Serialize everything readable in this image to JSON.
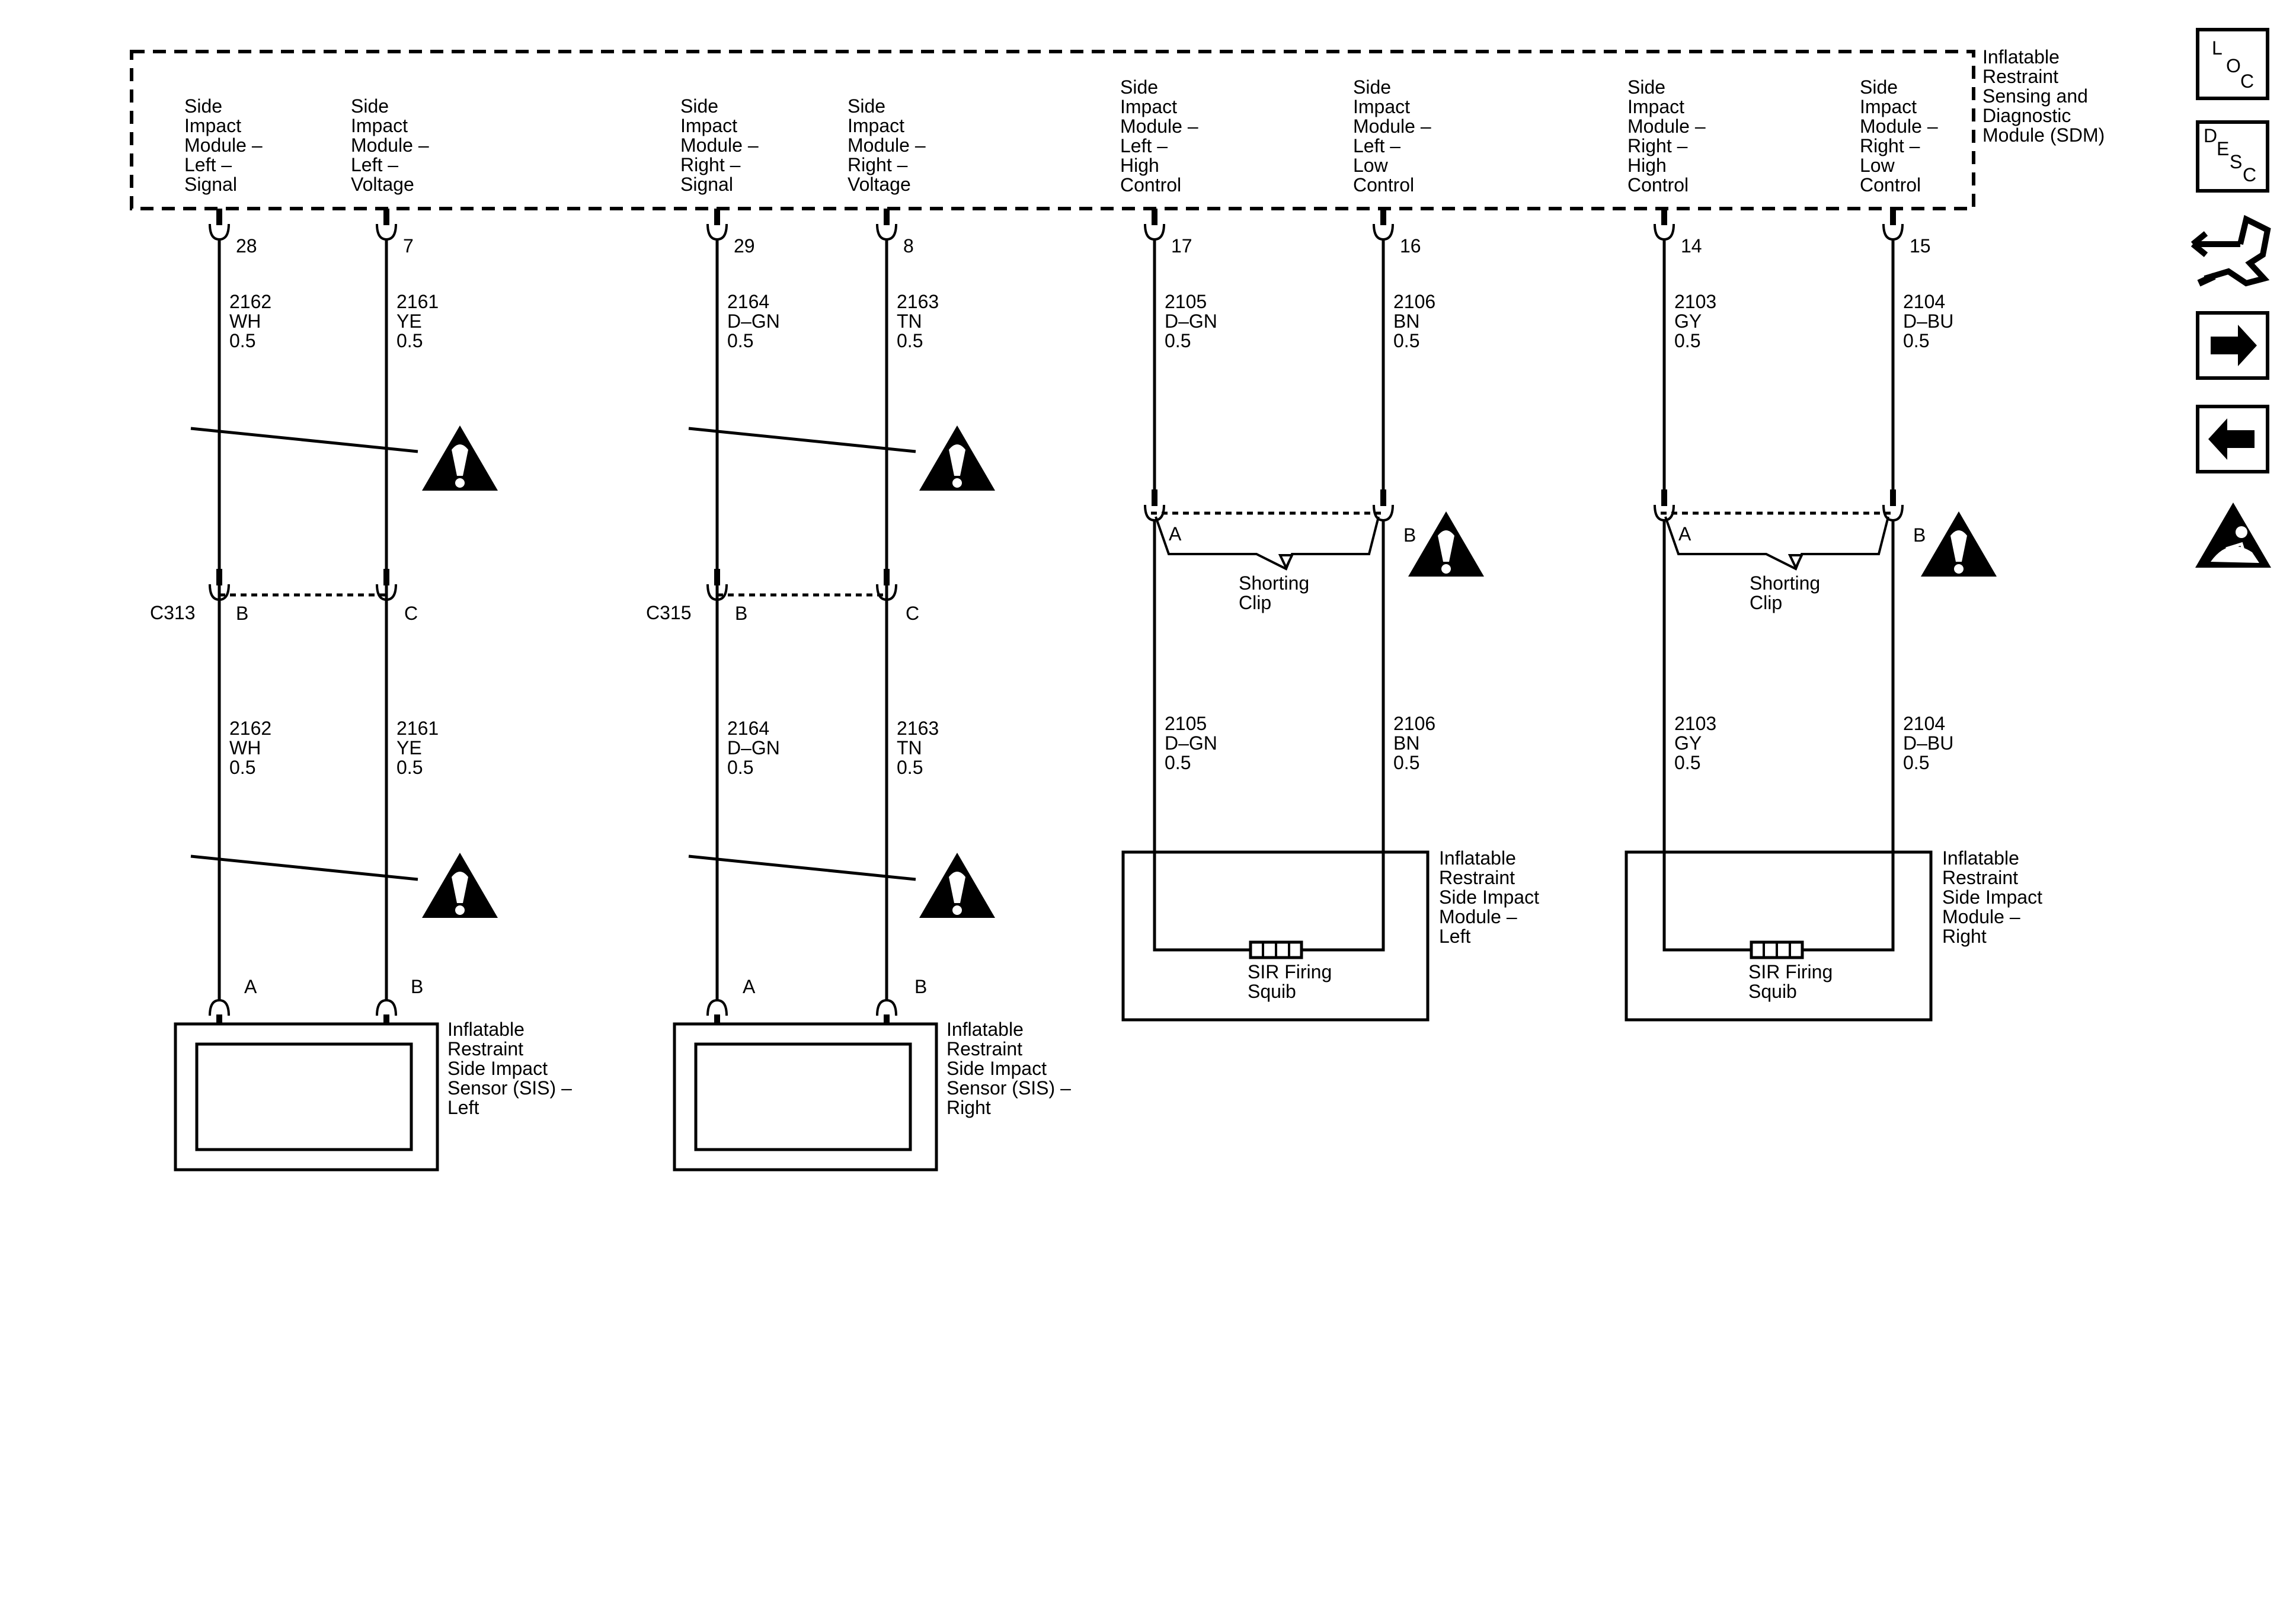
{
  "sdm_label": [
    "Inflatable",
    "Restraint",
    "Sensing and",
    "Diagnostic",
    "Module (SDM)"
  ],
  "pins": [
    {
      "lines": [
        "Side",
        "Impact",
        "Module –",
        "Left –",
        "Signal"
      ],
      "pin": "28",
      "upper_wire": [
        "2162",
        "WH",
        "0.5"
      ],
      "lower_wire": [
        "2162",
        "WH",
        "0.5"
      ]
    },
    {
      "lines": [
        "Side",
        "Impact",
        "Module –",
        "Left –",
        "Voltage"
      ],
      "pin": "7",
      "upper_wire": [
        "2161",
        "YE",
        "0.5"
      ],
      "lower_wire": [
        "2161",
        "YE",
        "0.5"
      ]
    },
    {
      "lines": [
        "Side",
        "Impact",
        "Module –",
        "Right –",
        "Signal"
      ],
      "pin": "29",
      "upper_wire": [
        "2164",
        "D–GN",
        "0.5"
      ],
      "lower_wire": [
        "2164",
        "D–GN",
        "0.5"
      ]
    },
    {
      "lines": [
        "Side",
        "Impact",
        "Module –",
        "Right –",
        "Voltage"
      ],
      "pin": "8",
      "upper_wire": [
        "2163",
        "TN",
        "0.5"
      ],
      "lower_wire": [
        "2163",
        "TN",
        "0.5"
      ]
    },
    {
      "lines": [
        "Side",
        "Impact",
        "Module –",
        "Left –",
        "High",
        "Control"
      ],
      "pin": "17",
      "upper_wire": [
        "2105",
        "D–GN",
        "0.5"
      ],
      "lower_wire": [
        "2105",
        "D–GN",
        "0.5"
      ]
    },
    {
      "lines": [
        "Side",
        "Impact",
        "Module –",
        "Left –",
        "Low",
        "Control"
      ],
      "pin": "16",
      "upper_wire": [
        "2106",
        "BN",
        "0.5"
      ],
      "lower_wire": [
        "2106",
        "BN",
        "0.5"
      ]
    },
    {
      "lines": [
        "Side",
        "Impact",
        "Module –",
        "Right –",
        "High",
        "Control"
      ],
      "pin": "14",
      "upper_wire": [
        "2103",
        "GY",
        "0.5"
      ],
      "lower_wire": [
        "2103",
        "GY",
        "0.5"
      ]
    },
    {
      "lines": [
        "Side",
        "Impact",
        "Module –",
        "Right –",
        "Low",
        "Control"
      ],
      "pin": "15",
      "upper_wire": [
        "2104",
        "D–BU",
        "0.5"
      ],
      "lower_wire": [
        "2104",
        "D–BU",
        "0.5"
      ]
    }
  ],
  "connectors": [
    {
      "name": "C313",
      "pin_a": "B",
      "pin_b": "C"
    },
    {
      "name": "C315",
      "pin_a": "B",
      "pin_b": "C"
    }
  ],
  "shorting_pins": {
    "a": "A",
    "b": "B"
  },
  "shorting_clip_label": [
    "Shorting",
    "Clip"
  ],
  "sensor_pins": {
    "a": "A",
    "b": "B"
  },
  "sensors": [
    [
      "Inflatable",
      "Restraint",
      "Side Impact",
      "Sensor (SIS) –",
      "Left"
    ],
    [
      "Inflatable",
      "Restraint",
      "Side Impact",
      "Sensor (SIS) –",
      "Right"
    ]
  ],
  "modules": [
    [
      "Inflatable",
      "Restraint",
      "Side Impact",
      "Module –",
      "Left"
    ],
    [
      "Inflatable",
      "Restraint",
      "Side Impact",
      "Module –",
      "Right"
    ]
  ],
  "squib_label": [
    "SIR Firing",
    "Squib"
  ],
  "nav_icons": {
    "loc": [
      "L",
      "O",
      "C"
    ],
    "desc": [
      "D",
      "E",
      "S",
      "C"
    ],
    "icons": [
      "loc-icon",
      "desc-icon",
      "harness-icon",
      "next-arrow-icon",
      "previous-arrow-icon",
      "airbag-warning-icon"
    ]
  }
}
